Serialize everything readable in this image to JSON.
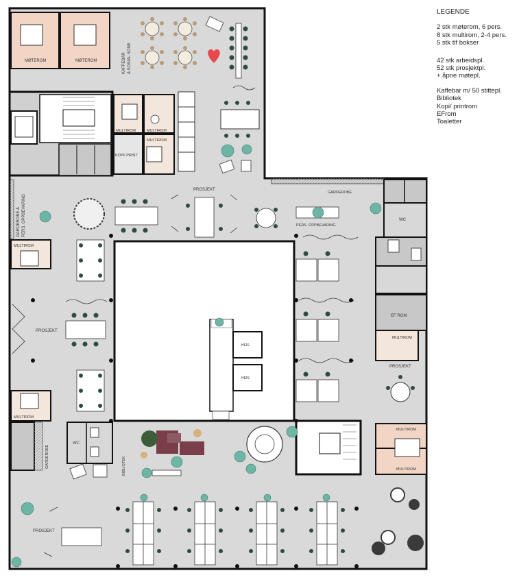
{
  "legend": {
    "title": "LEGENDE",
    "group1": [
      "2 stk møterom, 6 pers.",
      "8 stk multirom, 2-4 pers.",
      "5 stk tlf bokser"
    ],
    "group2": [
      "42 stk arbeidspl.",
      "52 stk prosjektpl.",
      "+ åpne møtepl."
    ],
    "group3": [
      "Kaffebar m/ 50 stittepl.",
      "Bibliotek",
      "Kopi/ printrom",
      "EFrom",
      "Toaletter"
    ]
  },
  "rooms": {
    "moterom": "MØTEROM",
    "multirom": "MULTIROM",
    "kaffebar": "KAFFEBAR",
    "sosial_sone": "& SOSIAL SONE",
    "kopi_print": "KOPI/ PRINT",
    "prosjekt": "PROSJEKT",
    "garderobe": "GARDEROBE",
    "garderobe_vertical_a": "GARDEROBE &",
    "garderobe_vertical_b": "PERS. OPPBEVARING",
    "pers_oppbevaring": "PERS. OPPBEVARING",
    "wc": "WC",
    "ef_rom": "EF ROM",
    "heis": "HEIS",
    "bibliotek": "BIBLIOTEK"
  },
  "colors": {
    "floor": "#d9d9d9",
    "wall": "#111111",
    "meeting_room": "#f2d5c4",
    "multirom": "#f3e6dc",
    "plant": "#6fb5a6",
    "tree": "#3a3a3a",
    "sofa": "#7a3d4a",
    "chair": "#2f4a44",
    "heart": "#e8484b",
    "white": "#ffffff"
  }
}
